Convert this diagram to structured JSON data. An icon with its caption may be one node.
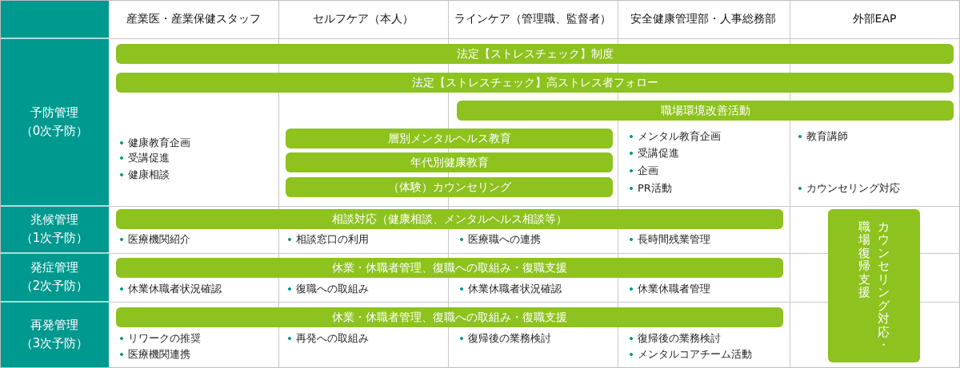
{
  "diagram": {
    "nodes": [
      {
        "text": [
          "法定【ストレスチェック】制度"
        ]
      },
      {
        "text": [
          "法定【ストレスチェック】高ストレス者フォロー"
        ]
      },
      {
        "text": [
          "職場環境改善活動"
        ]
      },
      {
        "text": [
          "層別メンタルヘルス教育"
        ]
      },
      {
        "text": [
          "年代別健康教育"
        ]
      },
      {
        "text": [
          "（体験）カウンセリング"
        ]
      },
      {
        "text": [
          "相談対応（健康相談、メンタルヘルス相談等）"
        ]
      },
      {
        "text": [
          "休業・休職者管理、復職への取組み・復職支援"
        ]
      },
      {
        "text": [
          "休業・休職者管理、復職への取組み・復職支援"
        ]
      },
      {
        "text": [
          "カウンセリング対応・職場復帰支援"
        ]
      }
    ],
    "labels": [
      "産業医・産業保健スタッフ",
      "セルフケア（本人）",
      "ラインケア（管理職、監督者）",
      "安全健康管理部・人事総務部",
      "外部EAP",
      "予防管理（0次予防）",
      "健康教育企画",
      "受講促進",
      "健康相談",
      "メンタル教育企画",
      "受講促進",
      "企画",
      "PR活動",
      "教育講師",
      "カウンセリング対応",
      "兆候管理（1次予防）",
      "医療機関紹介",
      "相談窓口の利用",
      "医療職への連携",
      "長時間残業管理",
      "発症管理（2次予防）",
      "休業休職者状況確認",
      "復職への取組み",
      "休業休職者状況確認",
      "休業休職者管理",
      "再発管理（3次予防）",
      "リワークの推奨",
      "医療機関連携",
      "再発への取組み",
      "復帰後の業務検討",
      "復帰後の業務検討",
      "メンタルコアチーム活動"
    ]
  }
}
